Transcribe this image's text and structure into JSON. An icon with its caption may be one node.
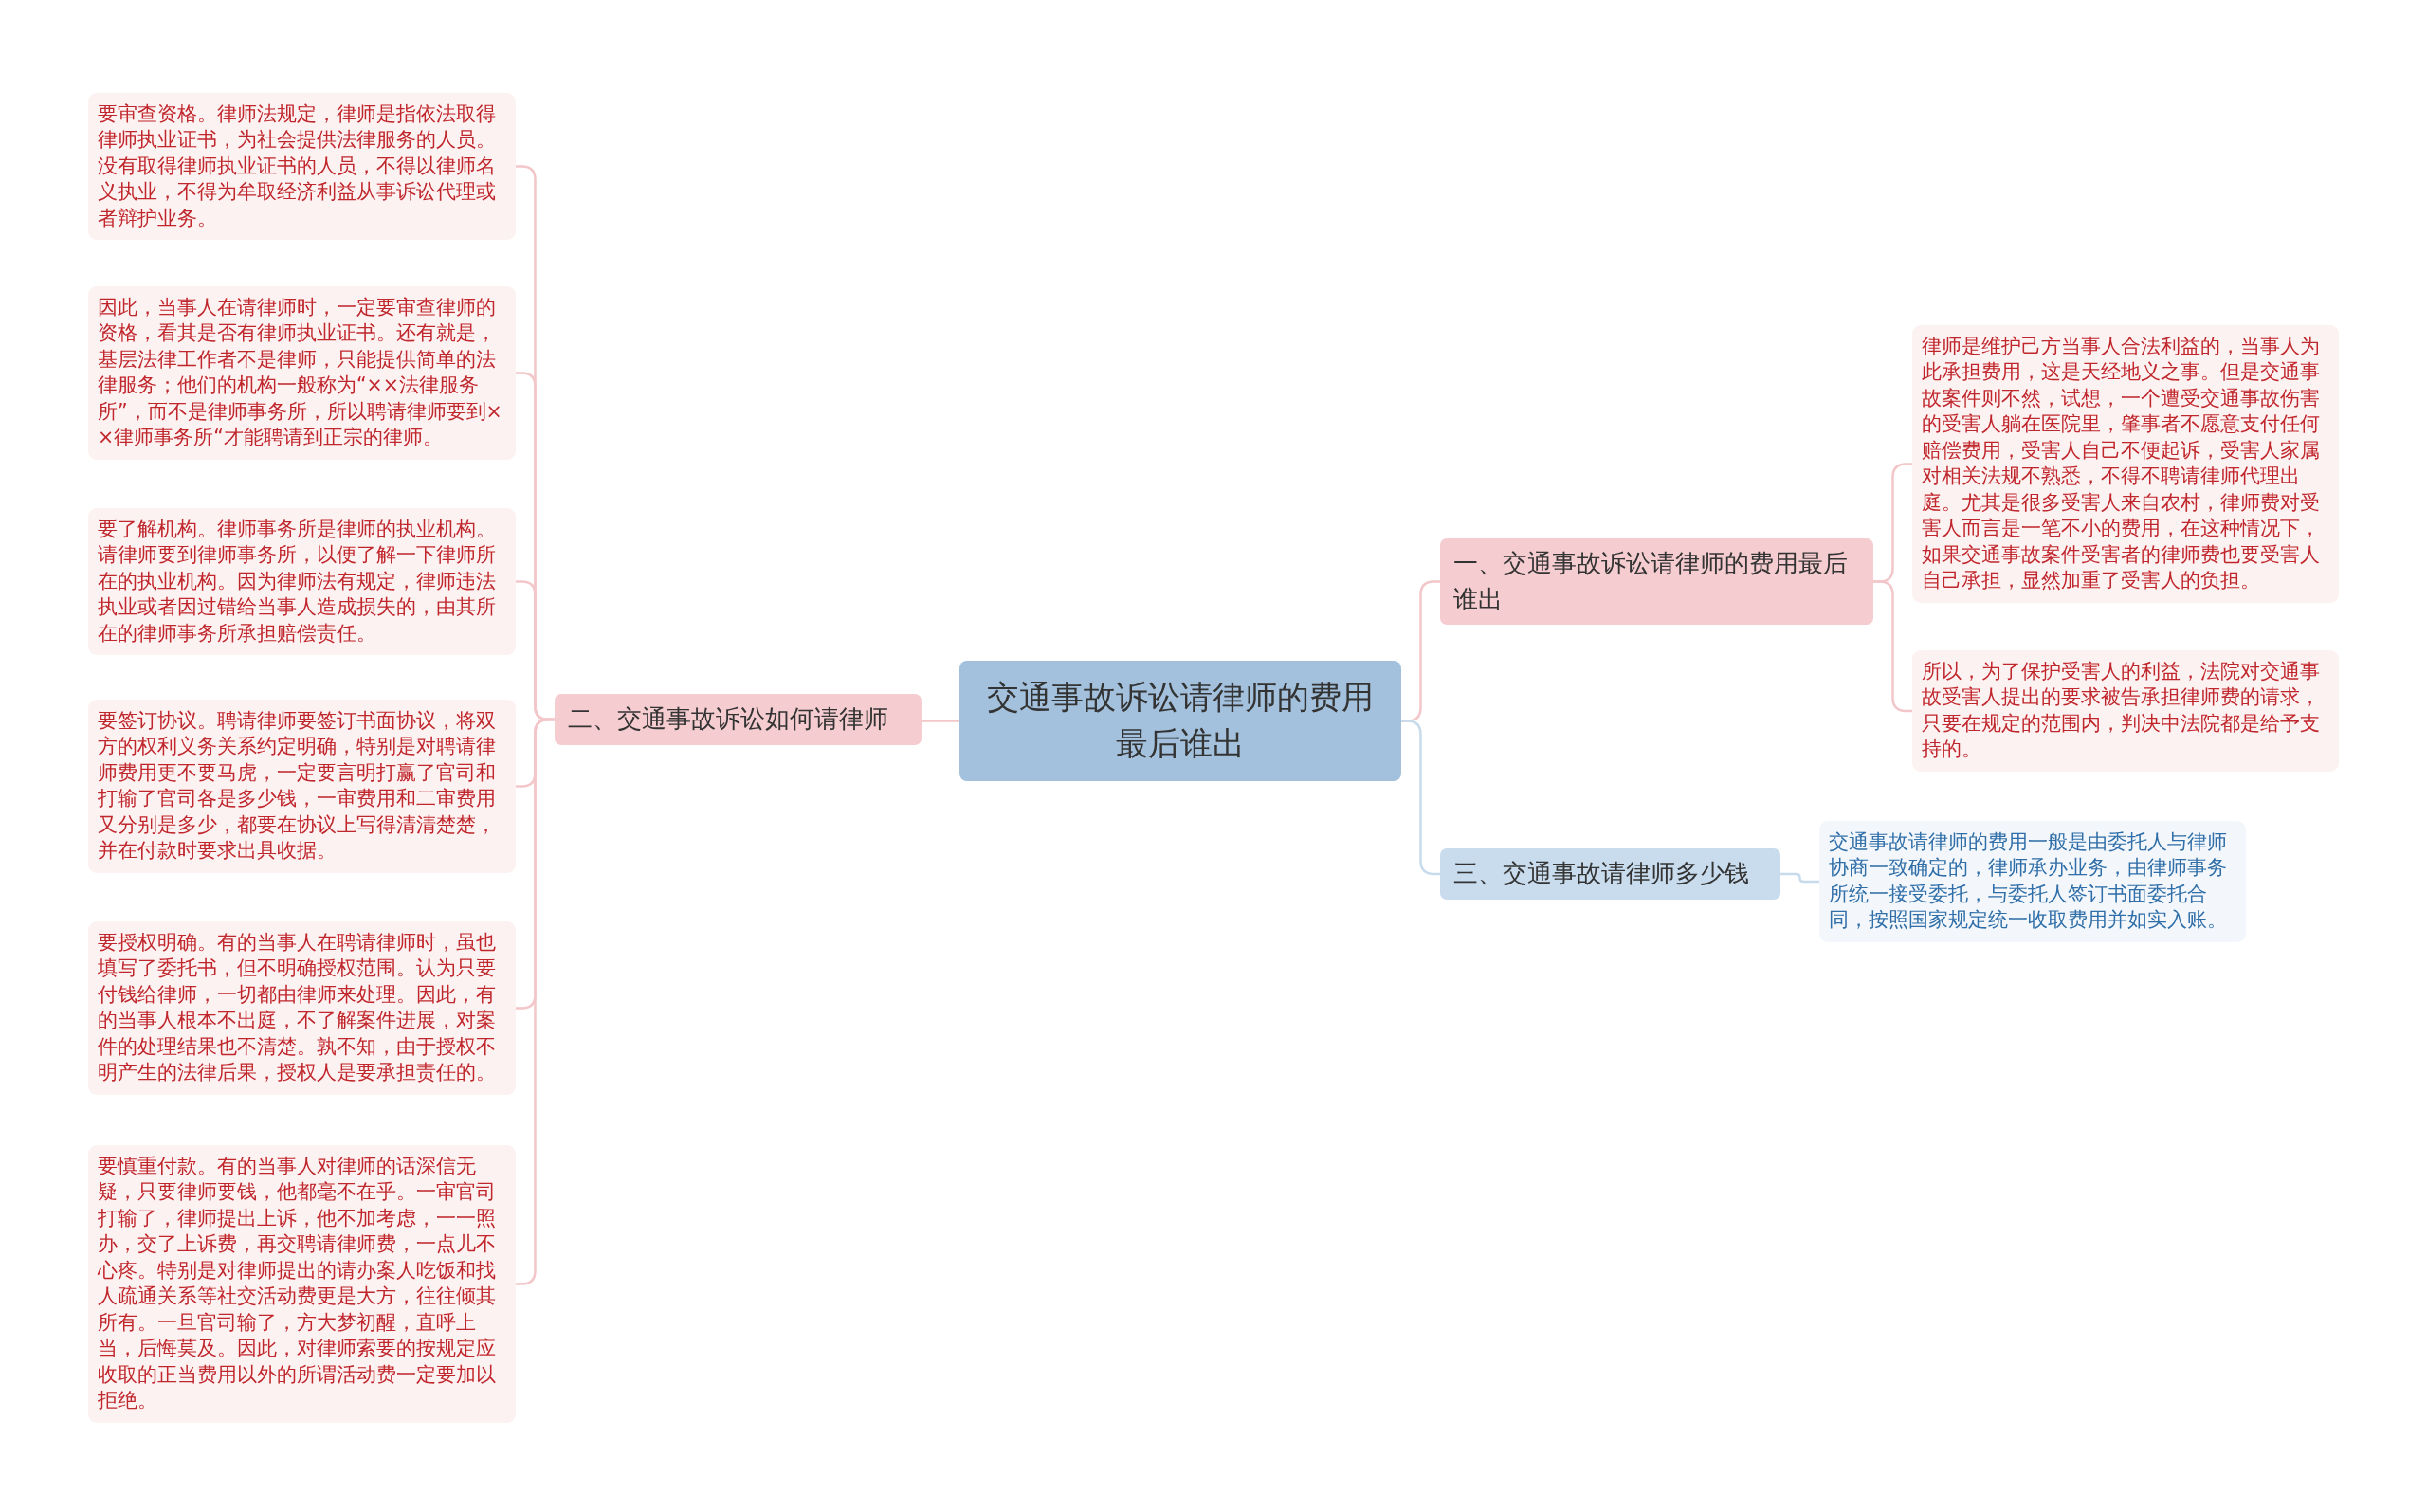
{
  "diagram": {
    "nodes": [
      {
        "text": [
          "交通事故诉讼请律师的费用最后谁出"
        ]
      },
      {
        "text": [
          "一、交通事故诉讼请律师的费用最后谁出"
        ]
      },
      {
        "text": [
          "律师是维护己方当事人合法利益的，当事人为此承担费用，这是天经地义之事。但是交通事故案件则不然，试想，一个遭受交通事故伤害的受害人躺在医院里，肇事者不愿意支付任何赔偿费用，受害人自己不便起诉，受害人家属对相关法规不熟悉，不得不聘请律师代理出庭。尤其是很多受害人来自农村，律师费对受害人而言是一笔不小的费用，在这种情况下，如果交通事故案件受害者的律师费也要受害人自己承担，显然加重了受害人的负担。"
        ]
      },
      {
        "text": [
          "所以，为了保护受害人的利益，法院对交通事故受害人提出的要求被告承担律师费的请求，只要在规定的范围内，判决中法院都是给予支持的。"
        ]
      },
      {
        "text": [
          "二、交通事故诉讼如何请律师"
        ]
      },
      {
        "text": [
          "要审查资格。律师法规定，律师是指依法取得律师执业证书，为社会提供法律服务的人员。没有取得律师执业证书的人员，不得以律师名义执业，不得为牟取经济利益从事诉讼代理或者辩护业务。"
        ]
      },
      {
        "text": [
          "因此，当事人在请律师时，一定要审查律师的资格，看其是否有律师执业证书。还有就是，基层法律工作者不是律师，只能提供简单的法律服务；他们的机构一般称为“××法律服务所”，而不是律师事务所，所以聘请律师要到××律师事务所“才能聘请到正宗的律师。"
        ]
      },
      {
        "text": [
          "要了解机构。律师事务所是律师的执业机构。请律师要到律师事务所，以便了解一下律师所在的执业机构。因为律师法有规定，律师违法执业或者因过错给当事人造成损失的，由其所在的律师事务所承担赔偿责任。"
        ]
      },
      {
        "text": [
          "要签订协议。聘请律师要签订书面协议，将双方的权利义务关系约定明确，特别是对聘请律师费用更不要马虎，一定要言明打赢了官司和打输了官司各是多少钱，一审费用和二审费用又分别是多少，都要在协议上写得清清楚楚，并在付款时要求出具收据。"
        ]
      },
      {
        "text": [
          "要授权明确。有的当事人在聘请律师时，虽也填写了委托书，但不明确授权范围。认为只要付钱给律师，一切都由律师来处理。因此，有的当事人根本不出庭，不了解案件进展，对案件的处理结果也不清楚。孰不知，由于授权不明产生的法律后果，授权人是要承担责任的。"
        ]
      },
      {
        "text": [
          "要慎重付款。有的当事人对律师的话深信无疑，只要律师要钱，他都毫不在乎。一审官司打输了，律师提出上诉，他不加考虑，一一照办，交了上诉费，再交聘请律师费，一点儿不心疼。特别是对律师提出的请办案人吃饭和找人疏通关系等社交活动费更是大方，往往倾其所有。一旦官司输了，方大梦初醒，直呼上当，后悔莫及。因此，对律师索要的按规定应收取的正当费用以外的所谓活动费一定要加以拒绝。"
        ]
      },
      {
        "text": [
          "三、交通事故请律师多少钱"
        ]
      },
      {
        "text": [
          "交通事故请律师的费用一般是由委托人与律师协商一致确定的，律师承办业务，由律师事务所统一接受委托，与委托人签订书面委托合同，按照国家规定统一收取费用并如实入账。"
        ]
      }
    ],
    "edges": [
      {
        "from": 0,
        "to": 1,
        "arrow": "none"
      },
      {
        "from": 1,
        "to": 2,
        "arrow": "none"
      },
      {
        "from": 1,
        "to": 3,
        "arrow": "none"
      },
      {
        "from": 0,
        "to": 4,
        "arrow": "none"
      },
      {
        "from": 4,
        "to": 5,
        "arrow": "none"
      },
      {
        "from": 4,
        "to": 6,
        "arrow": "none"
      },
      {
        "from": 4,
        "to": 7,
        "arrow": "none"
      },
      {
        "from": 4,
        "to": 8,
        "arrow": "none"
      },
      {
        "from": 4,
        "to": 9,
        "arrow": "none"
      },
      {
        "from": 4,
        "to": 10,
        "arrow": "none"
      },
      {
        "from": 0,
        "to": 11,
        "arrow": "none",
        "color": "#c8dbec"
      },
      {
        "from": 11,
        "to": 12,
        "arrow": "none",
        "color": "#c8dbec"
      }
    ]
  }
}
